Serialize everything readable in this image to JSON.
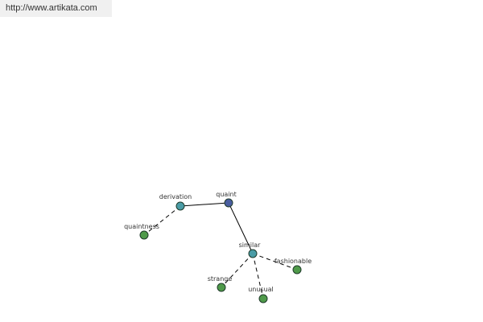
{
  "site": {
    "url": "http://www.artikata.com"
  },
  "graph": {
    "colors": {
      "root": "#4a5ea0",
      "relation": "#4a9ca6",
      "leaf": "#4f9a4a",
      "node_stroke": "#1f3a2a",
      "edge": "#000000"
    },
    "nodes": [
      {
        "id": "quaint",
        "label": "quaint",
        "kind": "root"
      },
      {
        "id": "derivation",
        "label": "derivation",
        "kind": "relation"
      },
      {
        "id": "quaintness",
        "label": "quaintness",
        "kind": "leaf"
      },
      {
        "id": "similar",
        "label": "similar",
        "kind": "relation"
      },
      {
        "id": "fashionable",
        "label": "fashionable",
        "kind": "leaf"
      },
      {
        "id": "strange",
        "label": "strange",
        "kind": "leaf"
      },
      {
        "id": "unusual",
        "label": "unusual",
        "kind": "leaf"
      }
    ],
    "edges": [
      {
        "from": "quaint",
        "to": "derivation",
        "style": "solid"
      },
      {
        "from": "quaint",
        "to": "similar",
        "style": "solid"
      },
      {
        "from": "derivation",
        "to": "quaintness",
        "style": "dashed"
      },
      {
        "from": "similar",
        "to": "fashionable",
        "style": "dashed"
      },
      {
        "from": "similar",
        "to": "strange",
        "style": "dashed"
      },
      {
        "from": "similar",
        "to": "unusual",
        "style": "dashed"
      }
    ]
  }
}
